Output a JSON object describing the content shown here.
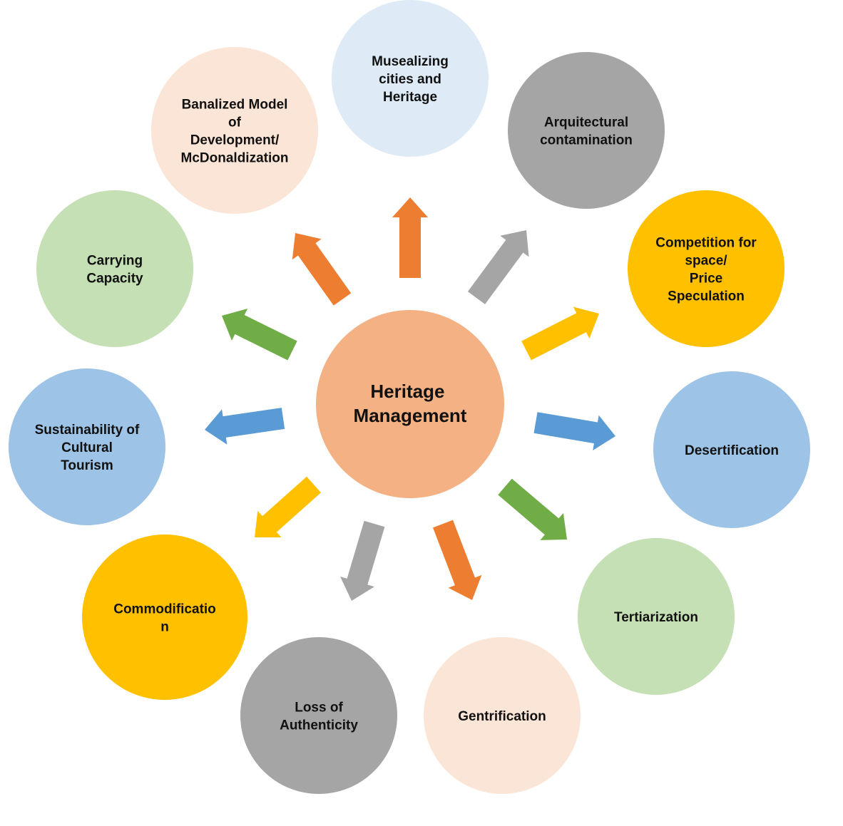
{
  "colors": {
    "peach": "#f4b183",
    "light_peach": "#fbe5d6",
    "light_blue": "#deebf7",
    "gray": "#a5a5a5",
    "gold": "#ffc000",
    "blue": "#9dc3e6",
    "light_green": "#c5e0b4",
    "orange_arrow": "#ed7d31",
    "gray_arrow": "#a5a5a5",
    "gold_arrow": "#ffc000",
    "blue_arrow": "#5b9bd5",
    "green_arrow": "#70ad47"
  },
  "center": {
    "lines": [
      "Heritage",
      "Management"
    ],
    "color": "#f4b183"
  },
  "nodes": [
    {
      "id": "musealizing",
      "lines": [
        "Musealizing",
        "cities and",
        "Heritage"
      ],
      "color": "#deebf7",
      "arrow_color": "#ed7d31"
    },
    {
      "id": "arquitectural",
      "lines": [
        "Arquitectural",
        "contamination"
      ],
      "color": "#a5a5a5",
      "arrow_color": "#a5a5a5"
    },
    {
      "id": "competition",
      "lines": [
        "Competition for",
        "space/",
        "Price",
        "Speculation"
      ],
      "color": "#ffc000",
      "arrow_color": "#ffc000"
    },
    {
      "id": "desertification",
      "lines": [
        "Desertification"
      ],
      "color": "#9dc3e6",
      "arrow_color": "#5b9bd5"
    },
    {
      "id": "tertiarization",
      "lines": [
        "Tertiarization"
      ],
      "color": "#c5e0b4",
      "arrow_color": "#70ad47"
    },
    {
      "id": "gentrification",
      "lines": [
        "Gentrification"
      ],
      "color": "#fbe5d6",
      "arrow_color": "#ed7d31"
    },
    {
      "id": "loss-of-authenticity",
      "lines": [
        "Loss of",
        "Authenticity"
      ],
      "color": "#a5a5a5",
      "arrow_color": "#a5a5a5"
    },
    {
      "id": "commodification",
      "lines": [
        "Commodificatio",
        "n"
      ],
      "color": "#ffc000",
      "arrow_color": "#ffc000"
    },
    {
      "id": "sustainability",
      "lines": [
        "Sustainability of",
        "Cultural",
        "Tourism"
      ],
      "color": "#9dc3e6",
      "arrow_color": "#5b9bd5"
    },
    {
      "id": "carrying-capacity",
      "lines": [
        "Carrying",
        "Capacity"
      ],
      "color": "#c5e0b4",
      "arrow_color": "#70ad47"
    },
    {
      "id": "banalized-model",
      "lines": [
        "Banalized Model",
        "of",
        "Development/",
        "McDonaldization"
      ],
      "color": "#fbe5d6",
      "arrow_color": "#ed7d31"
    }
  ]
}
